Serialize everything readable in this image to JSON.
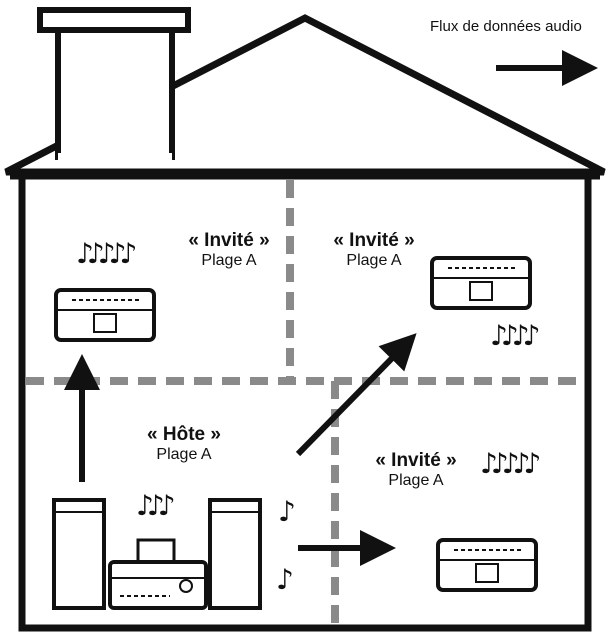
{
  "legend": {
    "label": "Flux de données audio"
  },
  "rooms": [
    {
      "id": "guest-top-left",
      "role": "« Invité »",
      "zone": "Plage A"
    },
    {
      "id": "guest-top-right",
      "role": "« Invité »",
      "zone": "Plage A"
    },
    {
      "id": "host",
      "role": "« Hôte »",
      "zone": "Plage A"
    },
    {
      "id": "guest-bottom-right",
      "role": "« Invité »",
      "zone": "Plage A"
    }
  ],
  "icons": {
    "note": "♪",
    "names": [
      "house-icon",
      "chimney-icon",
      "speaker-icon",
      "music-note-icon",
      "stereo-system-icon",
      "arrow-icon"
    ]
  },
  "colors": {
    "ink": "#111111",
    "divider": "#8a8a8a",
    "background": "#ffffff"
  }
}
